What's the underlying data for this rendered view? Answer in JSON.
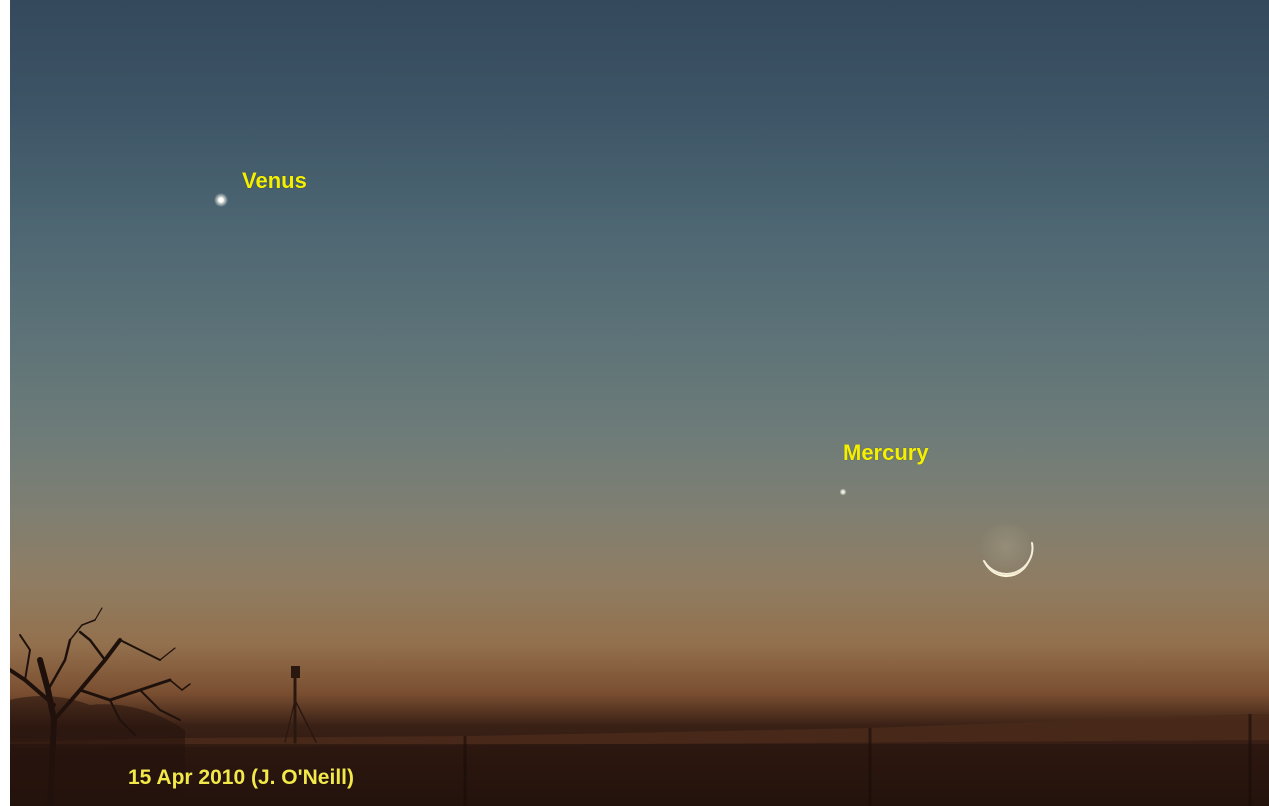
{
  "labels": {
    "venus": "Venus",
    "mercury": "Mercury",
    "caption": "15 Apr 2010 (J. O'Neill)"
  },
  "colors": {
    "label_yellow": "#f4f000",
    "caption_yellow": "#f2e84a",
    "sky_top": "#34495c",
    "horizon_glow": "#93704d",
    "ground": "#1e0f0b"
  }
}
